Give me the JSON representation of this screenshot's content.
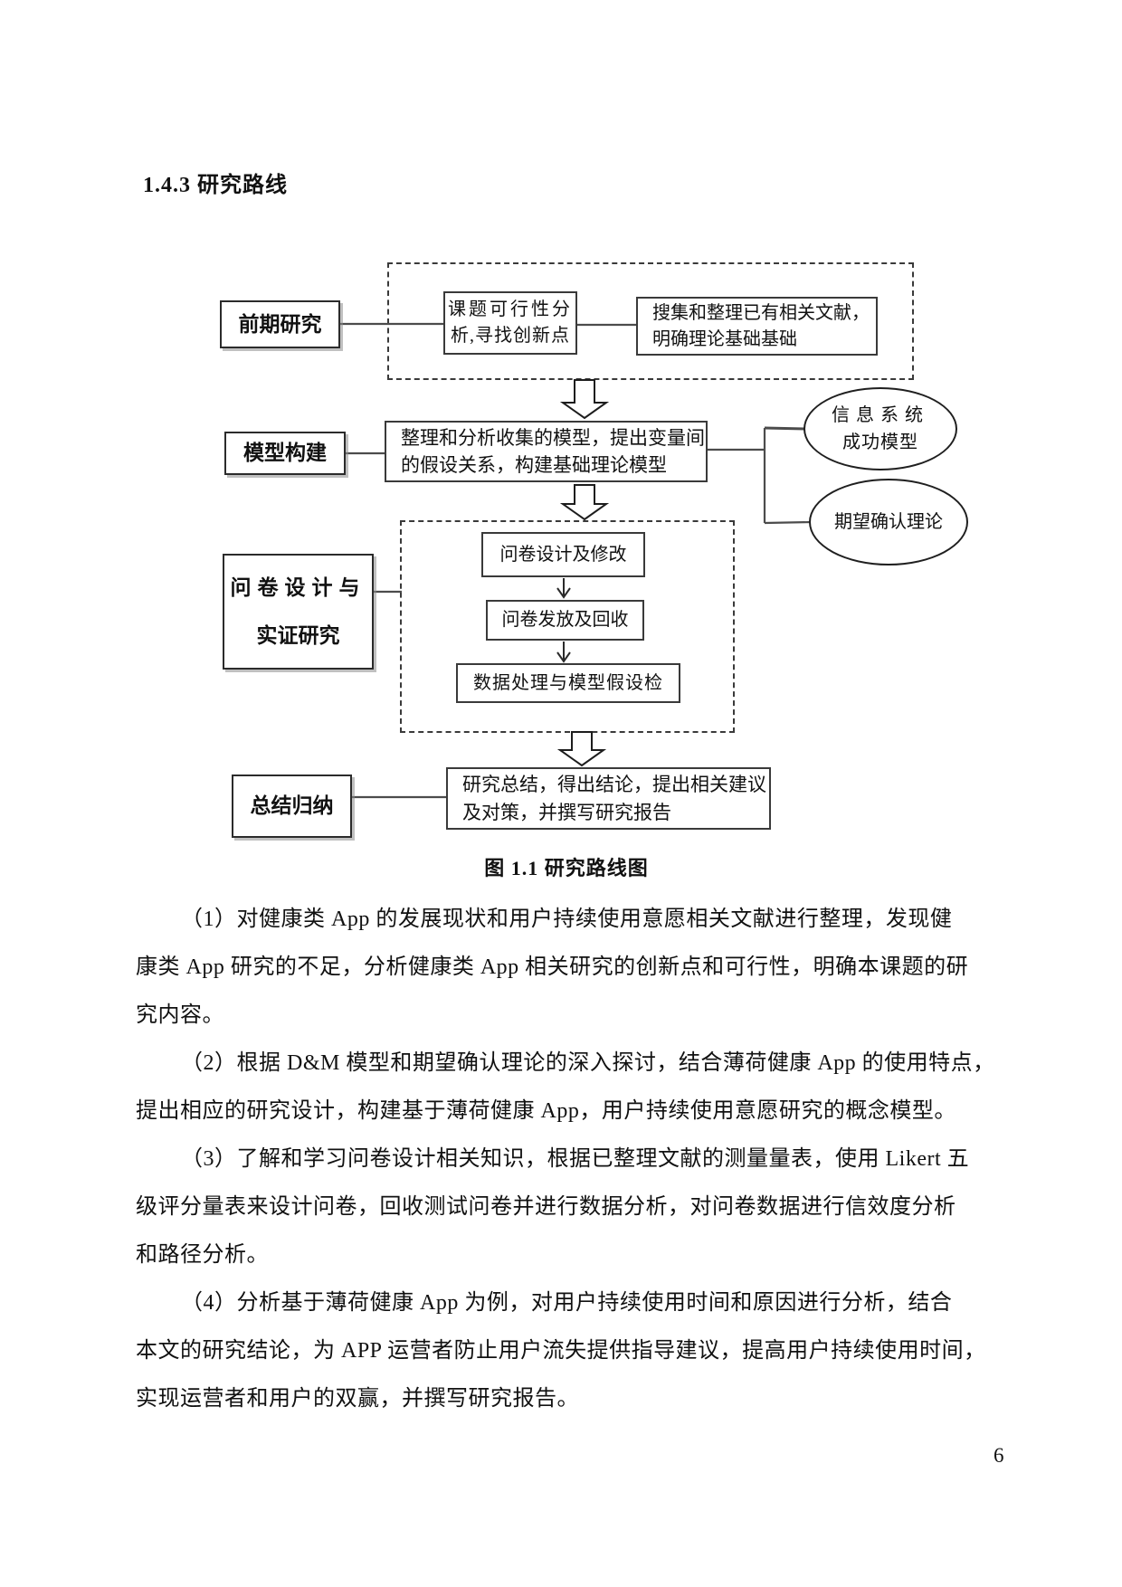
{
  "page": {
    "heading": "1.4.3 研究路线",
    "caption": "图 1.1 研究路线图",
    "page_number": "6"
  },
  "diagram": {
    "stage1": "前期研究",
    "feasibility_line1": "课题可行性分",
    "feasibility_line2": "析,寻找创新点",
    "literature_line1": "搜集和整理已有相关文献，",
    "literature_line2": "明确理论基础基础",
    "stage2": "模型构建",
    "model_line1": "整理和分析收集的模型，提出变量间",
    "model_line2": "的假设关系，构建基础理论模型",
    "theory1_line1": "信息系统",
    "theory1_line2": "成功模型",
    "theory2": "期望确认理论",
    "stage3_line1": "问卷设计与",
    "stage3_line2": "实证研究",
    "survey_design": "问卷设计及修改",
    "survey_collect": "问卷发放及回收",
    "survey_process": "数据处理与模型假设检",
    "stage4": "总结归纳",
    "summary_line1": "研究总结，得出结论，提出相关建议",
    "summary_line2": "及对策，并撰写研究报告"
  },
  "body": {
    "lines": [
      "（1）对健康类 App 的发展现状和用户持续使用意愿相关文献进行整理，发现健",
      "康类 App 研究的不足，分析健康类 App 相关研究的创新点和可行性，明确本课题的研",
      "究内容。",
      "（2）根据 D&M 模型和期望确认理论的深入探讨，结合薄荷健康 App 的使用特点，",
      "提出相应的研究设计，构建基于薄荷健康 App，用户持续使用意愿研究的概念模型。",
      "（3）了解和学习问卷设计相关知识，根据已整理文献的测量量表，使用 Likert 五",
      "级评分量表来设计问卷，回收测试问卷并进行数据分析，对问卷数据进行信效度分析",
      "和路径分析。",
      "（4）分析基于薄荷健康 App 为例，对用户持续使用时间和原因进行分析，结合",
      "本文的研究结论，为 APP 运营者防止用户流失提供指导建议，提高用户持续使用时间，",
      "实现运营者和用户的双赢，并撰写研究报告。"
    ]
  }
}
